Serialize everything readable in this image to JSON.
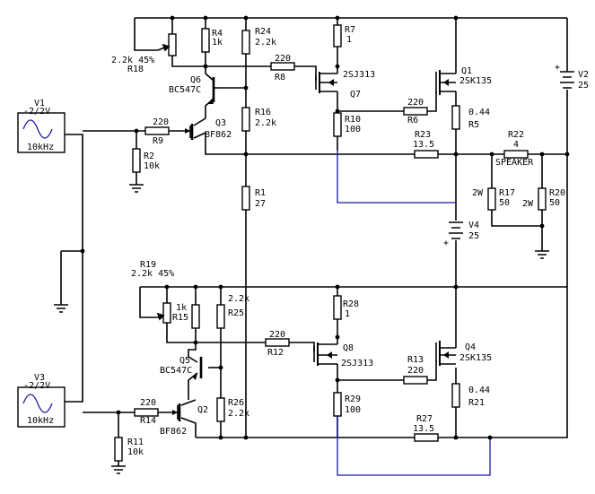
{
  "components": {
    "v1": {
      "name": "V1",
      "value": "-2/2V",
      "freq": "10kHz"
    },
    "v3": {
      "name": "V3",
      "value": "-2/2V",
      "freq": "10kHz"
    },
    "v2": {
      "name": "V2",
      "value": "25"
    },
    "v4": {
      "name": "V4",
      "value": "25"
    },
    "r1": {
      "name": "R1",
      "value": "27"
    },
    "r2": {
      "name": "R2",
      "value": "10k"
    },
    "r4": {
      "name": "R4",
      "value": "1k"
    },
    "r5": {
      "name": "R5",
      "value": "0.44"
    },
    "r6": {
      "name": "R6",
      "value": "220"
    },
    "r7": {
      "name": "R7",
      "value": "1"
    },
    "r8": {
      "name": "R8",
      "value": "220"
    },
    "r9": {
      "name": "R9",
      "value": "220"
    },
    "r10": {
      "name": "R10",
      "value": "100"
    },
    "r11": {
      "name": "R11",
      "value": "10k"
    },
    "r12": {
      "name": "R12",
      "value": "220"
    },
    "r13": {
      "name": "R13",
      "value": "220"
    },
    "r14": {
      "name": "R14",
      "value": "220"
    },
    "r15": {
      "name": "R15",
      "value": "1k"
    },
    "r16": {
      "name": "R16",
      "value": "2.2k"
    },
    "r17": {
      "name": "R17",
      "value": "50",
      "power": "2W"
    },
    "r18": {
      "name": "R18",
      "value": "2.2k 45%"
    },
    "r19": {
      "name": "R19",
      "value": "2.2k 45%"
    },
    "r20": {
      "name": "R20",
      "value": "50",
      "power": "2W"
    },
    "r21": {
      "name": "R21",
      "value": "0.44"
    },
    "r22": {
      "name": "R22",
      "value": "4",
      "label": "SPEAKER"
    },
    "r23": {
      "name": "R23",
      "value": "13.5"
    },
    "r24": {
      "name": "R24",
      "value": "2.2k"
    },
    "r25": {
      "name": "R25",
      "value": "2.2k"
    },
    "r26": {
      "name": "R26",
      "value": "2.2k"
    },
    "r27": {
      "name": "R27",
      "value": "13.5"
    },
    "r28": {
      "name": "R28",
      "value": "1"
    },
    "r29": {
      "name": "R29",
      "value": "100"
    },
    "q1": {
      "name": "Q1",
      "part": "2SK135"
    },
    "q2": {
      "name": "Q2",
      "part": "BF862"
    },
    "q3": {
      "name": "Q3",
      "part": "BF862"
    },
    "q4": {
      "name": "Q4",
      "part": "2SK135"
    },
    "q5": {
      "name": "Q5",
      "part": "BC547C"
    },
    "q6": {
      "name": "Q6",
      "part": "BC547C"
    },
    "q7": {
      "name": "Q7",
      "part": "2SJ313"
    },
    "q8": {
      "name": "Q8",
      "part": "2SJ313"
    }
  },
  "symbols": {
    "plus": "+"
  },
  "colors": {
    "wire": "#000000",
    "feedback_wire": "#1a1aa0",
    "background": "#ffffff"
  }
}
